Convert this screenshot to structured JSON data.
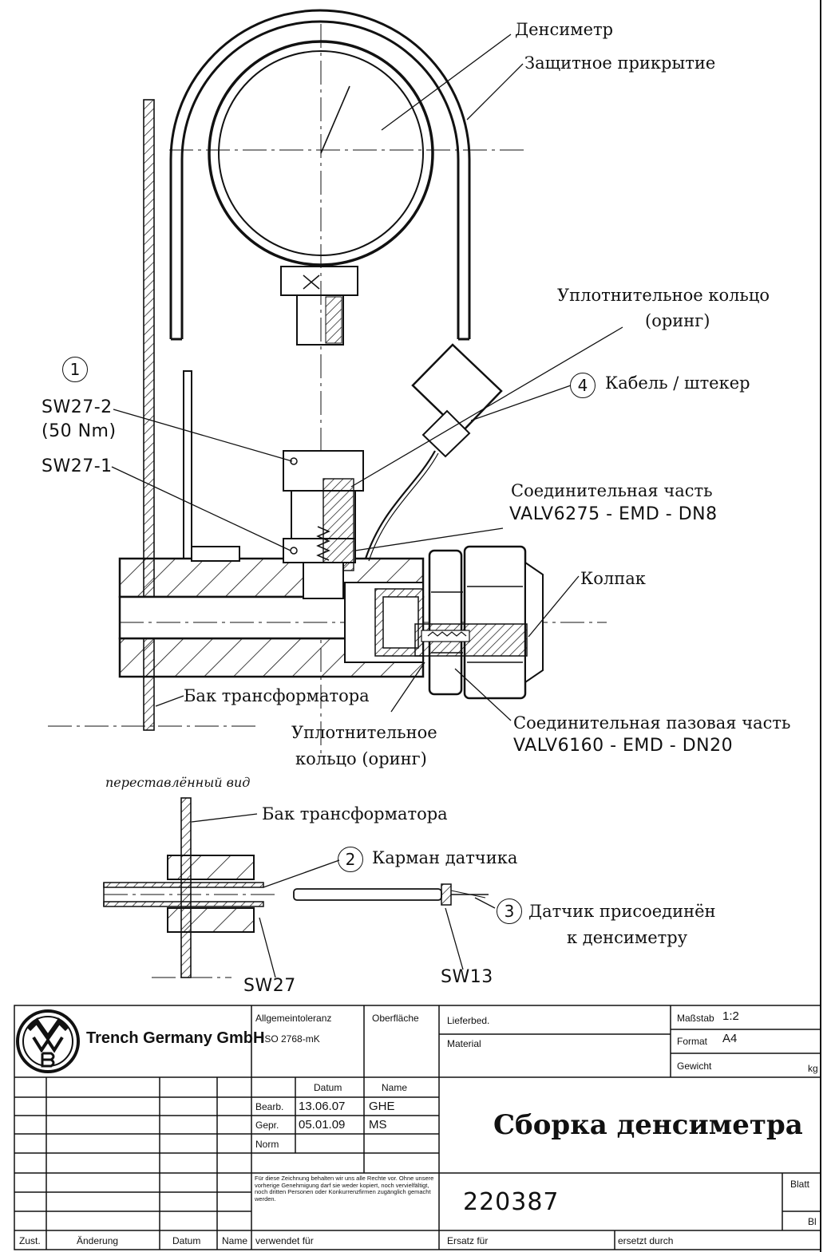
{
  "labels": {
    "densimeter": "Денсиметр",
    "protective_cover": "Защитное прикрытие",
    "oring_top_1": "Уплотнительное кольцо",
    "oring_top_2": "(оринг)",
    "cable_plug": "Кабель / штекер",
    "sw27_2": "SW27-2",
    "sw27_2_torque": "(50 Nm)",
    "sw27_1": "SW27-1",
    "connecting_part": "Соединительная часть",
    "connecting_part_code": "VALV6275 - EMD - DN8",
    "cap": "Колпак",
    "transformer_tank": "Бак трансформатора",
    "oring_bottom_1": "Уплотнительное",
    "oring_bottom_2": "кольцо (оринг)",
    "groove_part": "Соединительная пазовая часть",
    "groove_part_code": "VALV6160 - EMD - DN20",
    "rotated_view": "переставлённый вид",
    "transformer_tank_2": "Бак трансформатора",
    "sensor_pocket": "Карман датчика",
    "sensor_1": "Датчик присоединён",
    "sensor_2": "к денсиметру",
    "sw27": "SW27",
    "sw13": "SW13"
  },
  "item_numbers": {
    "n1": "1",
    "n2": "2",
    "n3": "3",
    "n4": "4"
  },
  "title_block": {
    "company": "Trench Germany GmbH",
    "general_tolerance_label": "Allgemeintoleranz",
    "general_tolerance_value": "ISO 2768-mK",
    "surface_label": "Oberfläche",
    "delivery_label": "Lieferbed.",
    "material_label": "Material",
    "scale_label": "Maßstab",
    "scale_value": "1:2",
    "format_label": "Format",
    "format_value": "A4",
    "weight_label": "Gewicht",
    "weight_unit": "kg",
    "date_header": "Datum",
    "name_header": "Name",
    "bearb_label": "Bearb.",
    "bearb_date": "13.06.07",
    "bearb_name": "GHE",
    "gepr_label": "Gepr.",
    "gepr_date": "05.01.09",
    "gepr_name": "MS",
    "norm_label": "Norm",
    "title": "Сборка денсиметра",
    "drawing_number": "220387",
    "sheet_label": "Blatt",
    "sheet_abbr": "Bl",
    "rights_note": "Für diese Zeichnung behalten wir uns alle Rechte vor. Ohne unsere vorherige Genehmigung darf sie weder kopiert, noch vervielfältigt, noch dritten Personen oder Konkurrenzfirmen zugänglich gemacht werden.",
    "used_for": "verwendet für",
    "replaces": "Ersatz für",
    "replaced_by": "ersetzt durch",
    "rev_zust": "Zust.",
    "rev_change": "Änderung",
    "rev_date": "Datum",
    "rev_name": "Name"
  }
}
